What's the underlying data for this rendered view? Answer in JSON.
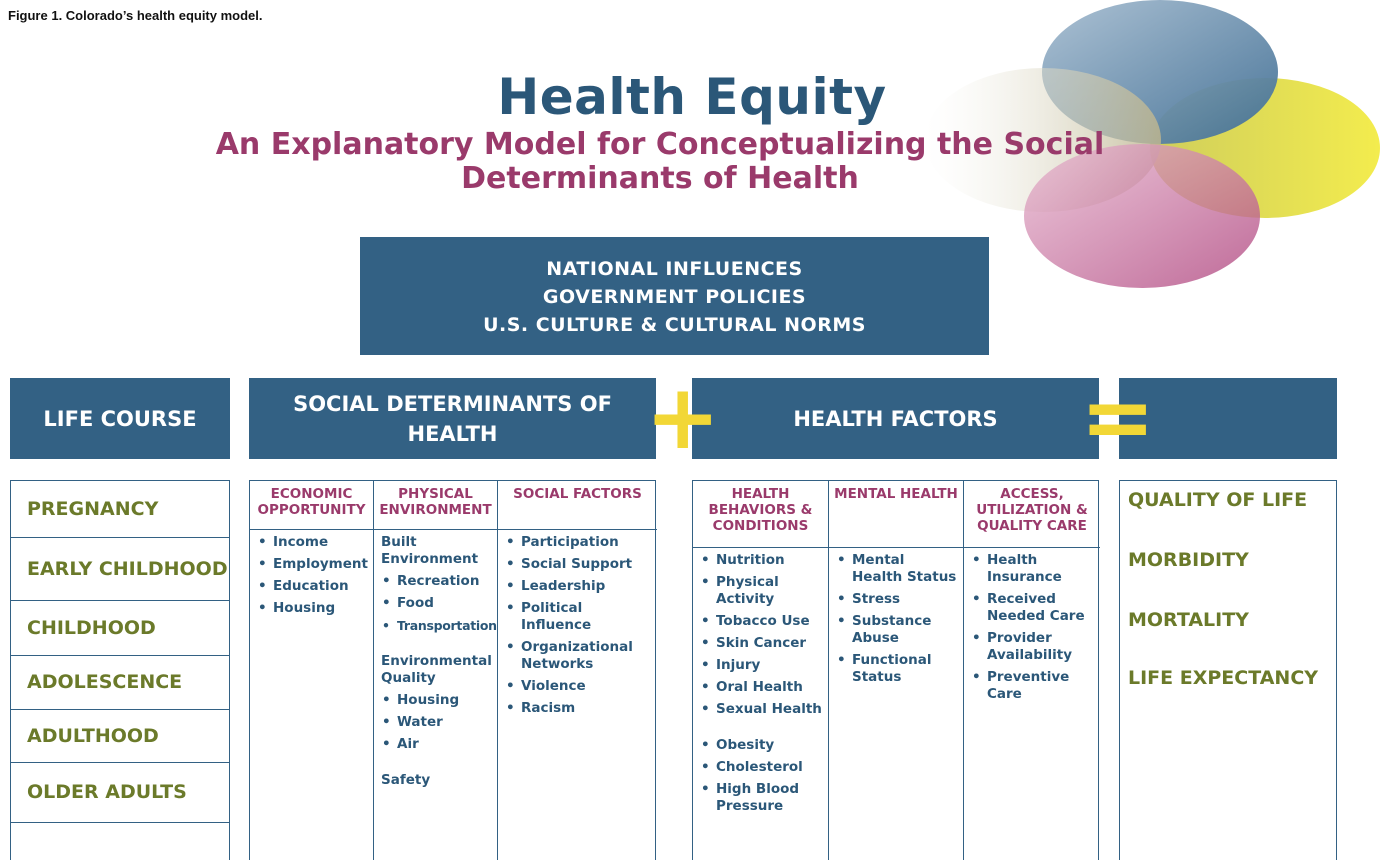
{
  "caption": "Figure 1. Colorado’s health equity model.",
  "title": "Health Equity",
  "subtitle": "An Explanatory Model for Conceptualizing the Social Determinants of Health",
  "national_influences": [
    "NATIONAL INFLUENCES",
    "GOVERNMENT POLICIES",
    "U.S. CULTURE & CULTURAL NORMS"
  ],
  "headers": {
    "life_course": "LIFE COURSE",
    "social_determinants": "SOCIAL DETERMINANTS OF HEALTH",
    "health_factors": "HEALTH FACTORS",
    "plus": "+",
    "equals": "="
  },
  "life_course": [
    "PREGNANCY",
    "EARLY CHILDHOOD",
    "CHILDHOOD",
    "ADOLESCENCE",
    "ADULTHOOD",
    "OLDER ADULTS"
  ],
  "social_determinants": {
    "economic": {
      "title": "ECONOMIC OPPORTUNITY",
      "items": [
        "Income",
        "Employment",
        "Education",
        "Housing"
      ]
    },
    "physical": {
      "title": "PHYSICAL ENVIRONMENT",
      "built_label": "Built Environment",
      "built_items": [
        "Recreation",
        "Food",
        "Transportation"
      ],
      "env_label": "Environmental Quality",
      "env_items": [
        "Housing",
        "Water",
        "Air"
      ],
      "safety": "Safety"
    },
    "social": {
      "title": "SOCIAL FACTORS",
      "items": [
        "Participation",
        "Social Support",
        "Leadership",
        "Political Influence",
        "Organizational Networks",
        "Violence",
        "Racism"
      ]
    }
  },
  "health_factors": {
    "behaviors": {
      "title": "HEALTH BEHAVIORS & CONDITIONS",
      "items": [
        "Nutrition",
        "Physical Activity",
        "Tobacco Use",
        "Skin Cancer",
        "Injury",
        "Oral Health",
        "Sexual Health"
      ],
      "items2": [
        "Obesity",
        "Cholesterol",
        "High Blood Pressure"
      ]
    },
    "mental": {
      "title": "MENTAL HEALTH",
      "items": [
        "Mental Health Status",
        "Stress",
        "Substance Abuse",
        "Functional Status"
      ]
    },
    "access": {
      "title": "ACCESS, UTILIZATION & QUALITY CARE",
      "items": [
        "Health Insurance",
        "Received Needed Care",
        "Provider Availability",
        "Preventive Care"
      ]
    }
  },
  "outcomes": [
    "QUALITY OF LIFE",
    "MORBIDITY",
    "MORTALITY",
    "LIFE EXPECTANCY"
  ],
  "colors": {
    "navy": "#336184",
    "magenta": "#9a3a6b",
    "olive": "#6b7a2a",
    "yellow": "#f2d736",
    "ellipse_blue": "#5c82a3",
    "ellipse_yellow": "#e8df2a",
    "ellipse_magenta": "#c0508a",
    "ellipse_beige": "#cfc6a2"
  }
}
